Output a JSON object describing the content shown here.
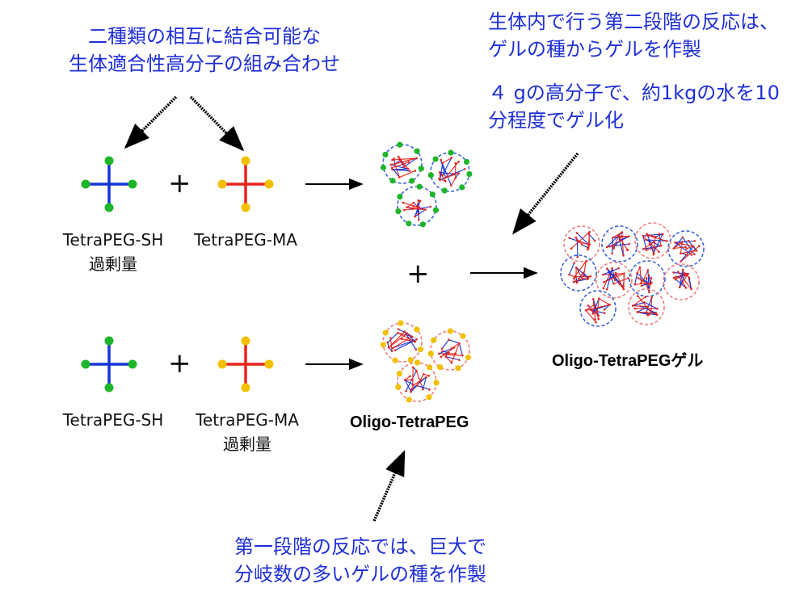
{
  "annotations": {
    "top_left": [
      "二種類の相互に結合可能な",
      "生体適合性高分子の組み合わせ"
    ],
    "top_right": [
      "生体内で行う第二段階の反応は、",
      "ゲルの種からゲルを作製"
    ],
    "top_right_detail": [
      "４ gの高分子で、約1kgの水を10",
      "分程度でゲル化"
    ],
    "bottom": [
      "第一段階の反応では、巨大で",
      "分岐数の多いゲルの種を作製"
    ]
  },
  "reaction_1": {
    "reactant_a": "TetraPEG-SH",
    "reactant_a_note": "過剰量",
    "reactant_b": "TetraPEG-MA",
    "plus": "+"
  },
  "reaction_2": {
    "reactant_a": "TetraPEG-SH",
    "reactant_b": "TetraPEG-MA",
    "reactant_b_note": "過剰量",
    "plus": "+",
    "product_label": "Oligo-TetraPEG"
  },
  "combine_plus": "+",
  "final_product_label": "Oligo-TetraPEGゲル",
  "colors": {
    "annotation_text": "#1f2fd8",
    "sh_arm": "#1533d6",
    "sh_end": "#1fb52a",
    "ma_arm": "#e8231c",
    "ma_end": "#f2c000",
    "blue_cluster": "#3a64d8",
    "red_cluster": "#ee7f7f"
  }
}
